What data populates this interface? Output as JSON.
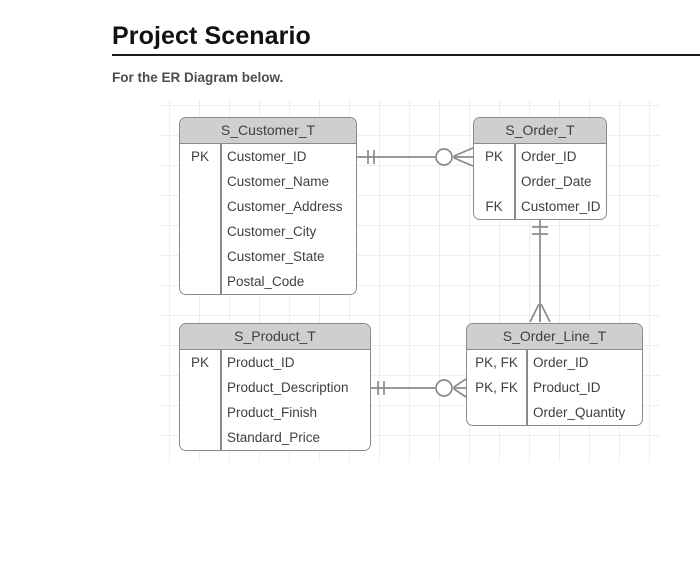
{
  "header": {
    "title": "Project Scenario",
    "subtitle": "For the ER Diagram below."
  },
  "diagram": {
    "type": "er-diagram",
    "notation": "crows-foot",
    "entities": [
      {
        "id": "s-customer-t",
        "name": "S_Customer_T",
        "attributes": [
          {
            "key": "PK",
            "name": "Customer_ID"
          },
          {
            "key": "",
            "name": "Customer_Name"
          },
          {
            "key": "",
            "name": "Customer_Address"
          },
          {
            "key": "",
            "name": "Customer_City"
          },
          {
            "key": "",
            "name": "Customer_State"
          },
          {
            "key": "",
            "name": "Postal_Code"
          }
        ]
      },
      {
        "id": "s-order-t",
        "name": "S_Order_T",
        "attributes": [
          {
            "key": "PK",
            "name": "Order_ID"
          },
          {
            "key": "",
            "name": "Order_Date"
          },
          {
            "key": "FK",
            "name": "Customer_ID"
          }
        ]
      },
      {
        "id": "s-product-t",
        "name": "S_Product_T",
        "attributes": [
          {
            "key": "PK",
            "name": "Product_ID"
          },
          {
            "key": "",
            "name": "Product_Description"
          },
          {
            "key": "",
            "name": "Product_Finish"
          },
          {
            "key": "",
            "name": "Standard_Price"
          }
        ]
      },
      {
        "id": "s-order-line-t",
        "name": "S_Order_Line_T",
        "attributes": [
          {
            "key": "PK, FK",
            "name": "Order_ID"
          },
          {
            "key": "PK, FK",
            "name": "Product_ID"
          },
          {
            "key": "",
            "name": "Order_Quantity"
          }
        ]
      }
    ],
    "relationships": [
      {
        "id": "customer-to-order",
        "from": "S_Customer_T",
        "to": "S_Order_T",
        "from_cardinality": "one-mandatory",
        "to_cardinality": "zero-or-many"
      },
      {
        "id": "order-to-order-line",
        "from": "S_Order_T",
        "to": "S_Order_Line_T",
        "from_cardinality": "one-mandatory",
        "to_cardinality": "many"
      },
      {
        "id": "product-to-order-line",
        "from": "S_Product_T",
        "to": "S_Order_Line_T",
        "from_cardinality": "one-mandatory",
        "to_cardinality": "zero-or-many"
      }
    ]
  },
  "colors": {
    "entity_header_fill": "#cfcfcf",
    "entity_border": "#8a8a8a",
    "text": "#3f3f3f",
    "title_text": "#111111",
    "grid_line": "#ededf2"
  }
}
